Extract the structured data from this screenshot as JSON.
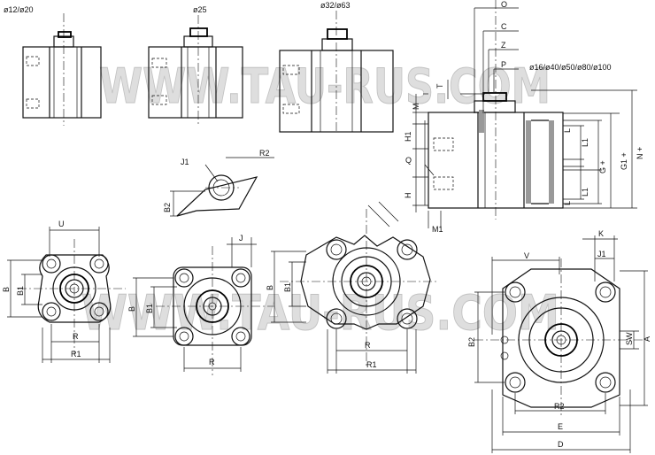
{
  "watermark": {
    "top": "WWW.TAU-RUS.COM",
    "bottom": "WWW.TAU-RUS.COM"
  },
  "views": {
    "bore_12_20": "ø12/ø20",
    "bore_25": "ø25",
    "bore_32_63": "ø32/ø63",
    "bore_16_100": "ø16/ø40/ø50/ø80/ø100"
  },
  "dims": {
    "O": "O",
    "C": "C",
    "Z": "Z",
    "P": "P",
    "T": "T",
    "M": "M",
    "H1": "H1",
    "Q": "Q",
    "H": "H",
    "M1": "M1",
    "L": "L",
    "L1": "L1",
    "G": "G +",
    "G1": "G1 +",
    "N": "N +",
    "J1": "J1",
    "R2": "R2",
    "B2": "B2",
    "J": "J",
    "K": "K",
    "U": "U",
    "B": "B",
    "B1": "B1",
    "R": "R",
    "R1": "R1",
    "V": "V",
    "SW": "SW",
    "A": "A",
    "E": "E",
    "D": "D"
  }
}
